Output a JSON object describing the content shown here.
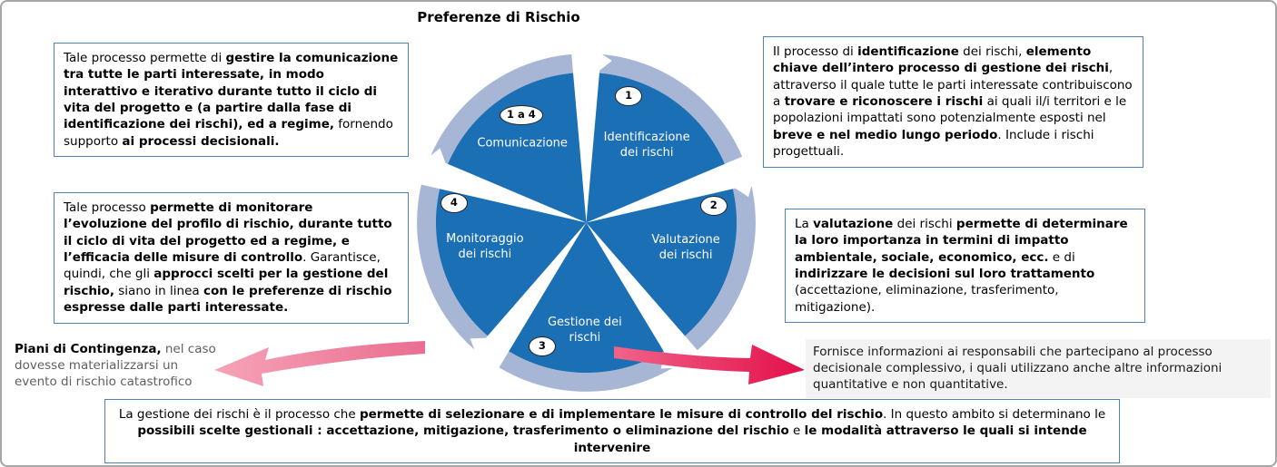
{
  "title": "Preferenze di Rischio",
  "wheel": {
    "comunicazione": {
      "badge": "1 a 4",
      "label": "Comunicazione"
    },
    "identificazione": {
      "badge": "1",
      "label": "Identificazione\ndei rischi"
    },
    "valutazione": {
      "badge": "2",
      "label": "Valutazione\ndei rischi"
    },
    "gestione": {
      "badge": "3",
      "label": "Gestione dei\nrischi"
    },
    "monitoraggio": {
      "badge": "4",
      "label": "Monitoraggio\ndei rischi"
    }
  },
  "colors": {
    "segment_blue": "#1a6fb5",
    "ring_blue": "#a6b6d4",
    "box_border_blue": "#4f81bd",
    "left_arrow_pink": "#ef7a95",
    "right_arrow_crimson": "#e3104a"
  },
  "callouts": {
    "comunicazione": [
      {
        "t": "Tale processo permette di ",
        "b": false
      },
      {
        "t": "gestire la comunicazione tra tutte le parti interessate, in modo interattivo e iterativo durante tutto il ciclo di vita del progetto e (a partire dalla fase di identificazione dei rischi), ed a regime,",
        "b": true
      },
      {
        "t": " fornendo  supporto ",
        "b": false
      },
      {
        "t": "ai processi decisionali.",
        "b": true
      }
    ],
    "monitoraggio": [
      {
        "t": "Tale processo ",
        "b": false
      },
      {
        "t": "permette di monitorare l’evoluzione del profilo di rischio, durante tutto il ciclo di vita del progetto ed a regime, e l’efficacia delle misure di controllo",
        "b": true
      },
      {
        "t": ". Garantisce, quindi, che gli ",
        "b": false
      },
      {
        "t": "approcci scelti per la gestione del rischio,",
        "b": true
      },
      {
        "t": " siano in linea ",
        "b": false
      },
      {
        "t": "con le preferenze di rischio espresse dalle parti interessate.",
        "b": true
      }
    ],
    "identificazione": [
      {
        "t": "Il processo di ",
        "b": false
      },
      {
        "t": "identificazione",
        "b": true
      },
      {
        "t": " dei rischi, ",
        "b": false
      },
      {
        "t": "elemento chiave dell’intero processo di gestione dei rischi",
        "b": true
      },
      {
        "t": ", attraverso il quale tutte le parti interessate contribuiscono a ",
        "b": false
      },
      {
        "t": "trovare e  riconoscere i rischi",
        "b": true
      },
      {
        "t": " ai quali il/i territori e le popolazioni impattati sono potenzialmente esposti nel ",
        "b": false
      },
      {
        "t": "breve e nel medio lungo periodo",
        "b": true
      },
      {
        "t": ". Include i rischi progettuali.",
        "b": false
      }
    ],
    "valutazione": [
      {
        "t": "La ",
        "b": false
      },
      {
        "t": "valutazione",
        "b": true
      },
      {
        "t": " dei rischi ",
        "b": false
      },
      {
        "t": "permette di determinare la loro importanza in termini di impatto ambientale, sociale, economico, ecc.",
        "b": true
      },
      {
        "t": " e di ",
        "b": false
      },
      {
        "t": "indirizzare le decisioni sul loro trattamento",
        "b": true
      },
      {
        "t": " (accettazione, eliminazione, trasferimento, mitigazione).",
        "b": false
      }
    ],
    "piani": [
      {
        "t": "Piani di Contingenza,",
        "b": true
      },
      {
        "t": " nel caso dovesse materializzarsi un evento di rischio catastrofico",
        "b": false
      }
    ],
    "fornisce": [
      {
        "t": "Fornisce informazioni ai responsabili che partecipano al processo decisionale complessivo, i quali utilizzano anche altre informazioni quantitative e non quantitative.",
        "b": false
      }
    ],
    "gestione": [
      {
        "t": "La gestione dei rischi è il processo che ",
        "b": false
      },
      {
        "t": "permette di selezionare e di implementare le misure di controllo del rischio",
        "b": true
      },
      {
        "t": ". In questo ambito si determinano le ",
        "b": false
      },
      {
        "t": "possibili scelte gestionali : accettazione, mitigazione, trasferimento o eliminazione del rischio",
        "b": true
      },
      {
        "t": " e ",
        "b": false
      },
      {
        "t": "le modalità attraverso le quali si intende intervenire",
        "b": true
      }
    ]
  }
}
